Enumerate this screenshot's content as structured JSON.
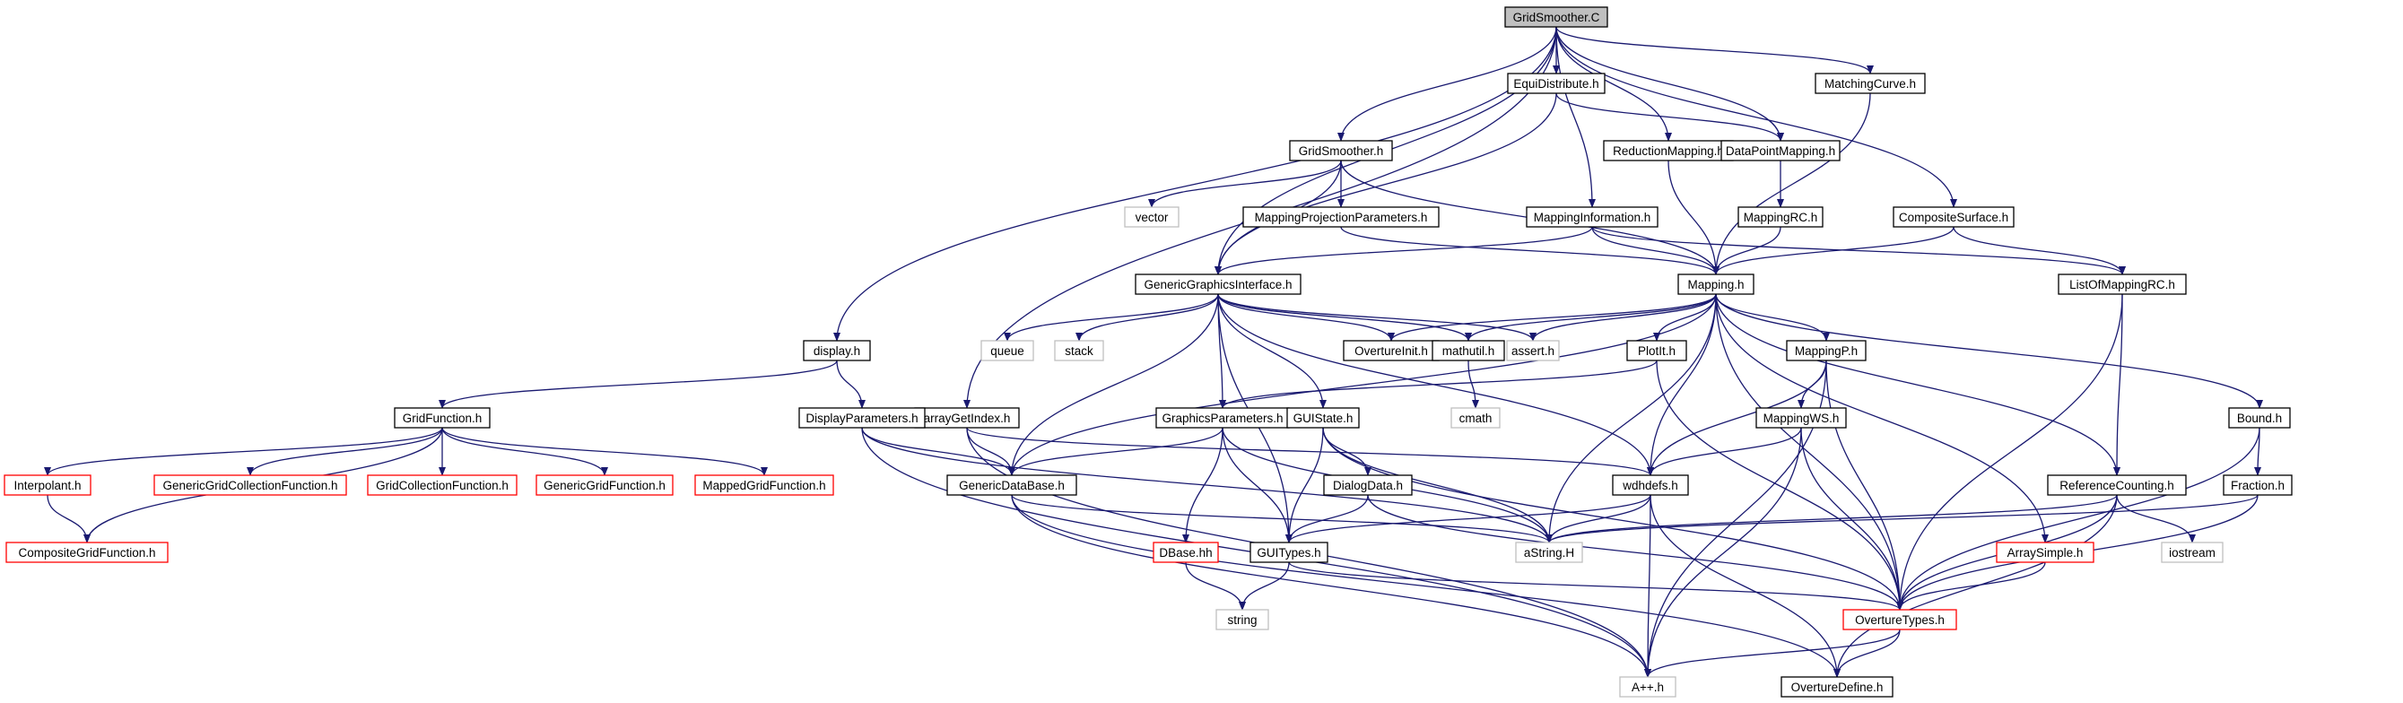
{
  "graph": {
    "nodes": [
      {
        "id": "gs_c",
        "label": "GridSmoother.C",
        "style": "root"
      },
      {
        "id": "display",
        "label": "display.h",
        "style": "normal"
      },
      {
        "id": "arrayGetIndex",
        "label": "arrayGetIndex.h",
        "style": "normal"
      },
      {
        "id": "ggi",
        "label": "GenericGraphicsInterface.h",
        "style": "normal"
      },
      {
        "id": "gs_h",
        "label": "GridSmoother.h",
        "style": "normal"
      },
      {
        "id": "equi",
        "label": "EquiDistribute.h",
        "style": "normal"
      },
      {
        "id": "mapinfo",
        "label": "MappingInformation.h",
        "style": "normal"
      },
      {
        "id": "redmap",
        "label": "ReductionMapping.h",
        "style": "normal"
      },
      {
        "id": "dpm",
        "label": "DataPointMapping.h",
        "style": "normal"
      },
      {
        "id": "matchcurve",
        "label": "MatchingCurve.h",
        "style": "normal"
      },
      {
        "id": "compsurf",
        "label": "CompositeSurface.h",
        "style": "normal"
      },
      {
        "id": "vector",
        "label": "vector",
        "style": "system"
      },
      {
        "id": "mpp",
        "label": "MappingProjectionParameters.h",
        "style": "normal"
      },
      {
        "id": "mappingrc",
        "label": "MappingRC.h",
        "style": "normal"
      },
      {
        "id": "mapping",
        "label": "Mapping.h",
        "style": "normal"
      },
      {
        "id": "lomrc",
        "label": "ListOfMappingRC.h",
        "style": "normal"
      },
      {
        "id": "queue",
        "label": "queue",
        "style": "system"
      },
      {
        "id": "stack",
        "label": "stack",
        "style": "system"
      },
      {
        "id": "ovinit",
        "label": "OvertureInit.h",
        "style": "normal"
      },
      {
        "id": "mathutil",
        "label": "mathutil.h",
        "style": "normal"
      },
      {
        "id": "assert",
        "label": "assert.h",
        "style": "system"
      },
      {
        "id": "plotit",
        "label": "PlotIt.h",
        "style": "normal"
      },
      {
        "id": "mappingp",
        "label": "MappingP.h",
        "style": "normal"
      },
      {
        "id": "cmath",
        "label": "cmath",
        "style": "system"
      },
      {
        "id": "gridfunc",
        "label": "GridFunction.h",
        "style": "normal"
      },
      {
        "id": "dispparams",
        "label": "DisplayParameters.h",
        "style": "normal"
      },
      {
        "id": "gfxparams",
        "label": "GraphicsParameters.h",
        "style": "normal"
      },
      {
        "id": "guistate",
        "label": "GUIState.h",
        "style": "normal"
      },
      {
        "id": "mappingws",
        "label": "MappingWS.h",
        "style": "normal"
      },
      {
        "id": "bound",
        "label": "Bound.h",
        "style": "normal"
      },
      {
        "id": "interpolant",
        "label": "Interpolant.h",
        "style": "missing"
      },
      {
        "id": "ggcf",
        "label": "GenericGridCollectionFunction.h",
        "style": "missing"
      },
      {
        "id": "gcf",
        "label": "GridCollectionFunction.h",
        "style": "missing"
      },
      {
        "id": "ggf",
        "label": "GenericGridFunction.h",
        "style": "missing"
      },
      {
        "id": "mgf",
        "label": "MappedGridFunction.h",
        "style": "missing"
      },
      {
        "id": "gdb",
        "label": "GenericDataBase.h",
        "style": "normal"
      },
      {
        "id": "dialogdata",
        "label": "DialogData.h",
        "style": "normal"
      },
      {
        "id": "wdhdefs",
        "label": "wdhdefs.h",
        "style": "normal"
      },
      {
        "id": "refcount",
        "label": "ReferenceCounting.h",
        "style": "normal"
      },
      {
        "id": "fraction",
        "label": "Fraction.h",
        "style": "normal"
      },
      {
        "id": "cgf",
        "label": "CompositeGridFunction.h",
        "style": "missing"
      },
      {
        "id": "dbase",
        "label": "DBase.hh",
        "style": "missing"
      },
      {
        "id": "guitypes",
        "label": "GUITypes.h",
        "style": "normal"
      },
      {
        "id": "astring",
        "label": "aString.H",
        "style": "system"
      },
      {
        "id": "arraysimple",
        "label": "ArraySimple.h",
        "style": "missing"
      },
      {
        "id": "iostream",
        "label": "iostream",
        "style": "system"
      },
      {
        "id": "string",
        "label": "string",
        "style": "system"
      },
      {
        "id": "ovtypes",
        "label": "OvertureTypes.h",
        "style": "missing"
      },
      {
        "id": "app",
        "label": "A++.h",
        "style": "system"
      },
      {
        "id": "ovdefine",
        "label": "OvertureDefine.h",
        "style": "normal"
      }
    ],
    "edges": [
      [
        "gs_c",
        "display"
      ],
      [
        "gs_c",
        "arrayGetIndex"
      ],
      [
        "gs_c",
        "ggi"
      ],
      [
        "gs_c",
        "gs_h"
      ],
      [
        "gs_c",
        "equi"
      ],
      [
        "gs_c",
        "mapinfo"
      ],
      [
        "gs_c",
        "redmap"
      ],
      [
        "gs_c",
        "dpm"
      ],
      [
        "gs_c",
        "matchcurve"
      ],
      [
        "gs_c",
        "compsurf"
      ],
      [
        "display",
        "gridfunc"
      ],
      [
        "display",
        "dispparams"
      ],
      [
        "gridfunc",
        "interpolant"
      ],
      [
        "gridfunc",
        "ggcf"
      ],
      [
        "gridfunc",
        "gcf"
      ],
      [
        "gridfunc",
        "ggf"
      ],
      [
        "gridfunc",
        "mgf"
      ],
      [
        "gridfunc",
        "cgf"
      ],
      [
        "interpolant",
        "cgf"
      ],
      [
        "dispparams",
        "gdb"
      ],
      [
        "dispparams",
        "astring"
      ],
      [
        "dispparams",
        "app"
      ],
      [
        "arrayGetIndex",
        "gdb"
      ],
      [
        "arrayGetIndex",
        "wdhdefs"
      ],
      [
        "arrayGetIndex",
        "app"
      ],
      [
        "gs_h",
        "vector"
      ],
      [
        "gs_h",
        "mpp"
      ],
      [
        "gs_h",
        "ggi"
      ],
      [
        "gs_h",
        "mapping"
      ],
      [
        "equi",
        "dpm"
      ],
      [
        "equi",
        "ggi"
      ],
      [
        "mapinfo",
        "ggi"
      ],
      [
        "mapinfo",
        "mapping"
      ],
      [
        "mapinfo",
        "lomrc"
      ],
      [
        "redmap",
        "mapping"
      ],
      [
        "dpm",
        "mappingrc"
      ],
      [
        "mappingrc",
        "mapping"
      ],
      [
        "matchcurve",
        "mapping"
      ],
      [
        "compsurf",
        "mapping"
      ],
      [
        "compsurf",
        "lomrc"
      ],
      [
        "lomrc",
        "refcount"
      ],
      [
        "lomrc",
        "ovtypes"
      ],
      [
        "mpp",
        "mapping"
      ],
      [
        "ggi",
        "queue"
      ],
      [
        "ggi",
        "stack"
      ],
      [
        "ggi",
        "ovinit"
      ],
      [
        "ggi",
        "mathutil"
      ],
      [
        "ggi",
        "assert"
      ],
      [
        "ggi",
        "gfxparams"
      ],
      [
        "ggi",
        "guistate"
      ],
      [
        "ggi",
        "gdb"
      ],
      [
        "ggi",
        "wdhdefs"
      ],
      [
        "ggi",
        "guitypes"
      ],
      [
        "mapping",
        "ovinit"
      ],
      [
        "mapping",
        "mathutil"
      ],
      [
        "mapping",
        "assert"
      ],
      [
        "mapping",
        "plotit"
      ],
      [
        "mapping",
        "mappingp"
      ],
      [
        "mapping",
        "bound"
      ],
      [
        "mapping",
        "refcount"
      ],
      [
        "mapping",
        "arraysimple"
      ],
      [
        "mapping",
        "wdhdefs"
      ],
      [
        "mapping",
        "gdb"
      ],
      [
        "mapping",
        "astring"
      ],
      [
        "mapping",
        "ovtypes"
      ],
      [
        "mathutil",
        "cmath"
      ],
      [
        "plotit",
        "gfxparams"
      ],
      [
        "plotit",
        "ovtypes"
      ],
      [
        "mappingp",
        "mappingws"
      ],
      [
        "mappingp",
        "wdhdefs"
      ],
      [
        "mappingp",
        "ovtypes"
      ],
      [
        "mappingp",
        "app"
      ],
      [
        "mappingws",
        "wdhdefs"
      ],
      [
        "mappingws",
        "ovtypes"
      ],
      [
        "mappingws",
        "app"
      ],
      [
        "gfxparams",
        "gdb"
      ],
      [
        "gfxparams",
        "dbase"
      ],
      [
        "gfxparams",
        "guitypes"
      ],
      [
        "gfxparams",
        "astring"
      ],
      [
        "guistate",
        "dialogdata"
      ],
      [
        "guistate",
        "guitypes"
      ],
      [
        "guistate",
        "astring"
      ],
      [
        "guistate",
        "ovtypes"
      ],
      [
        "dialogdata",
        "guitypes"
      ],
      [
        "dialogdata",
        "ovtypes"
      ],
      [
        "gdb",
        "astring"
      ],
      [
        "gdb",
        "app"
      ],
      [
        "gdb",
        "ovdefine"
      ],
      [
        "wdhdefs",
        "guitypes"
      ],
      [
        "wdhdefs",
        "astring"
      ],
      [
        "wdhdefs",
        "app"
      ],
      [
        "wdhdefs",
        "ovdefine"
      ],
      [
        "bound",
        "fraction"
      ],
      [
        "bound",
        "ovtypes"
      ],
      [
        "fraction",
        "astring"
      ],
      [
        "fraction",
        "ovtypes"
      ],
      [
        "refcount",
        "astring"
      ],
      [
        "refcount",
        "iostream"
      ],
      [
        "refcount",
        "ovtypes"
      ],
      [
        "refcount",
        "ovdefine"
      ],
      [
        "dbase",
        "string"
      ],
      [
        "guitypes",
        "string"
      ],
      [
        "guitypes",
        "ovtypes"
      ],
      [
        "arraysimple",
        "ovtypes"
      ],
      [
        "ovtypes",
        "app"
      ],
      [
        "ovtypes",
        "ovdefine"
      ]
    ]
  },
  "colors": {
    "edge": "#191970",
    "root_fill": "#bfbfbf",
    "normal_stroke": "#000000",
    "missing_stroke": "#ff0000",
    "system_stroke": "#bfbfbf"
  }
}
